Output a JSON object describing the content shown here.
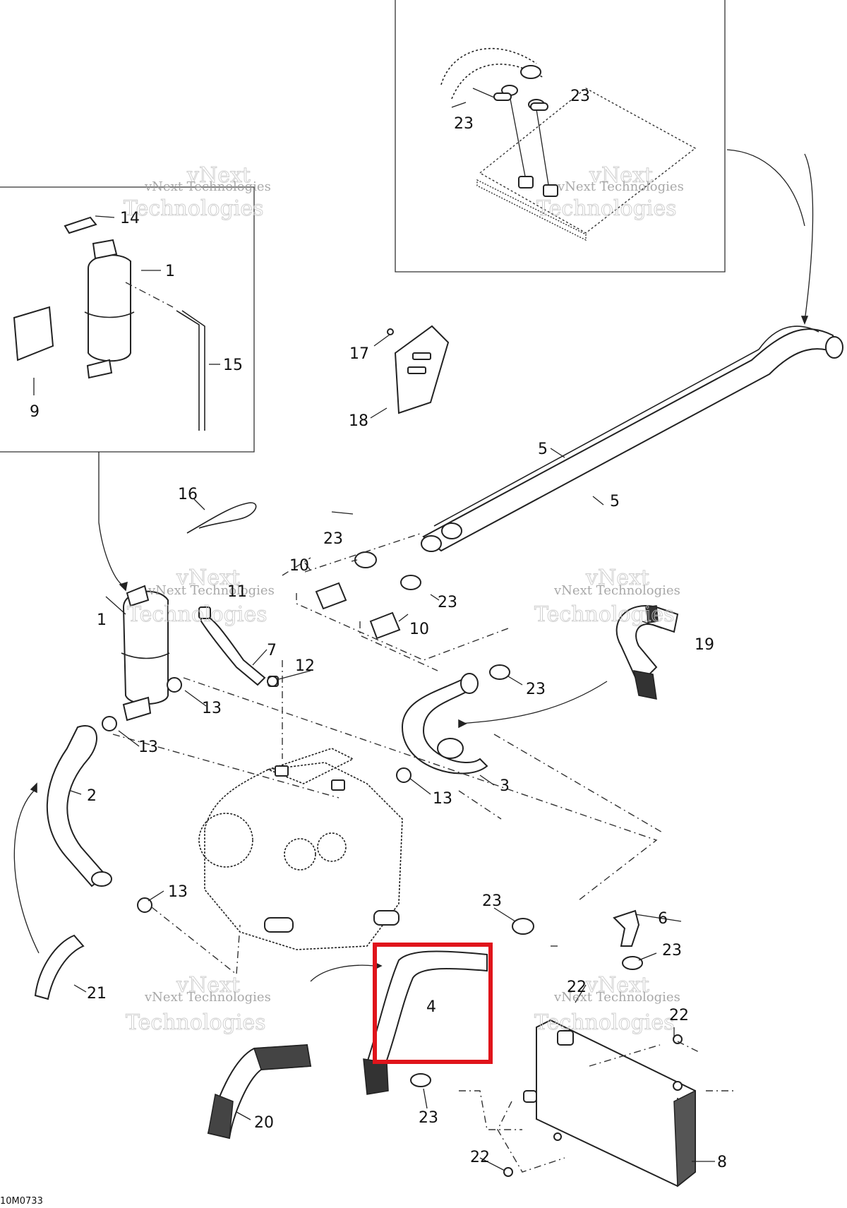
{
  "diagram": {
    "code": "10M0733",
    "watermark": {
      "line1": "vNext",
      "line2": "vNext Technologies",
      "line3": "Technologies"
    },
    "highlight_color": "#e0141b",
    "callouts": {
      "c1a": "1",
      "c1b": "1",
      "c2": "2",
      "c3": "3",
      "c4": "4",
      "c5a": "5",
      "c5b": "5",
      "c6": "6",
      "c7": "7",
      "c8": "8",
      "c9": "9",
      "c10a": "10",
      "c10b": "10",
      "c11": "11",
      "c12": "12",
      "c13a": "13",
      "c13b": "13",
      "c13c": "13",
      "c13d": "13",
      "c14": "14",
      "c15": "15",
      "c16": "16",
      "c17": "17",
      "c18": "18",
      "c19": "19",
      "c20": "20",
      "c21": "21",
      "c22a": "22",
      "c22b": "22",
      "c22c": "22",
      "c23a": "23",
      "c23b": "23",
      "c23c": "23",
      "c23d": "23",
      "c23e": "23",
      "c23f": "23",
      "c23g": "23",
      "c23h": "23"
    }
  }
}
